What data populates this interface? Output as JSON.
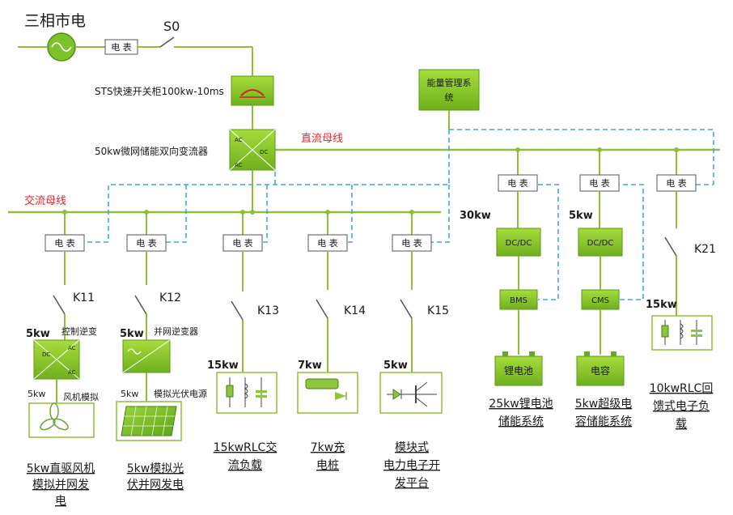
{
  "grid": {
    "label": "三相市电",
    "switch": "S0",
    "meter": "电 表"
  },
  "sts": {
    "label": "STS快速开关柜100kw-10ms"
  },
  "converter": {
    "label": "50kw微网储能双向变流器",
    "glyph_ac": "AC",
    "glyph_dc": "DC"
  },
  "ems": {
    "line1": "能量管理系",
    "line2": "统"
  },
  "dc_bus": {
    "label": "直流母线"
  },
  "ac_bus": {
    "label": "交流母线"
  },
  "ac_branches": [
    {
      "meter": "电 表",
      "switch": "K11",
      "power": "5kw",
      "sub_power": "5kw",
      "device": "控制逆变",
      "source": "风机模拟",
      "glyph_dc": "DC",
      "glyph_ac": "AC",
      "name": [
        "5kw直驱风机",
        "模拟并网发",
        "电"
      ]
    },
    {
      "meter": "电 表",
      "switch": "K12",
      "power": "5kw",
      "sub_power": "5kw",
      "device": "并网逆变器",
      "source": "模拟光伏电源",
      "name": [
        "5kw模拟光",
        "伏并网发电"
      ]
    },
    {
      "meter": "电 表",
      "switch": "K13",
      "power": "15kw",
      "name": [
        "15kwRLC交",
        "流负载"
      ]
    },
    {
      "meter": "电 表",
      "switch": "K14",
      "power": "7kw",
      "name": [
        "7kw充",
        "电桩"
      ]
    },
    {
      "meter": "电 表",
      "switch": "K15",
      "power": "5kw",
      "name": [
        "模块式",
        "电力电子开",
        "发平台"
      ]
    }
  ],
  "dc_branches": [
    {
      "meter": "电 表",
      "power": "30kw",
      "converter": "DC/DC",
      "mgmt": "BMS",
      "store": "锂电池",
      "name": [
        "25kw锂电池",
        "储能系统"
      ]
    },
    {
      "meter": "电 表",
      "power": "5kw",
      "converter": "DC/DC",
      "mgmt": "CMS",
      "store": "电容",
      "name": [
        "5kw超级电",
        "容储能系统"
      ]
    },
    {
      "meter": "电 表",
      "switch": "K21",
      "power": "15kw",
      "name": [
        "10kwRLC回",
        "馈式电子负",
        "载"
      ]
    }
  ]
}
